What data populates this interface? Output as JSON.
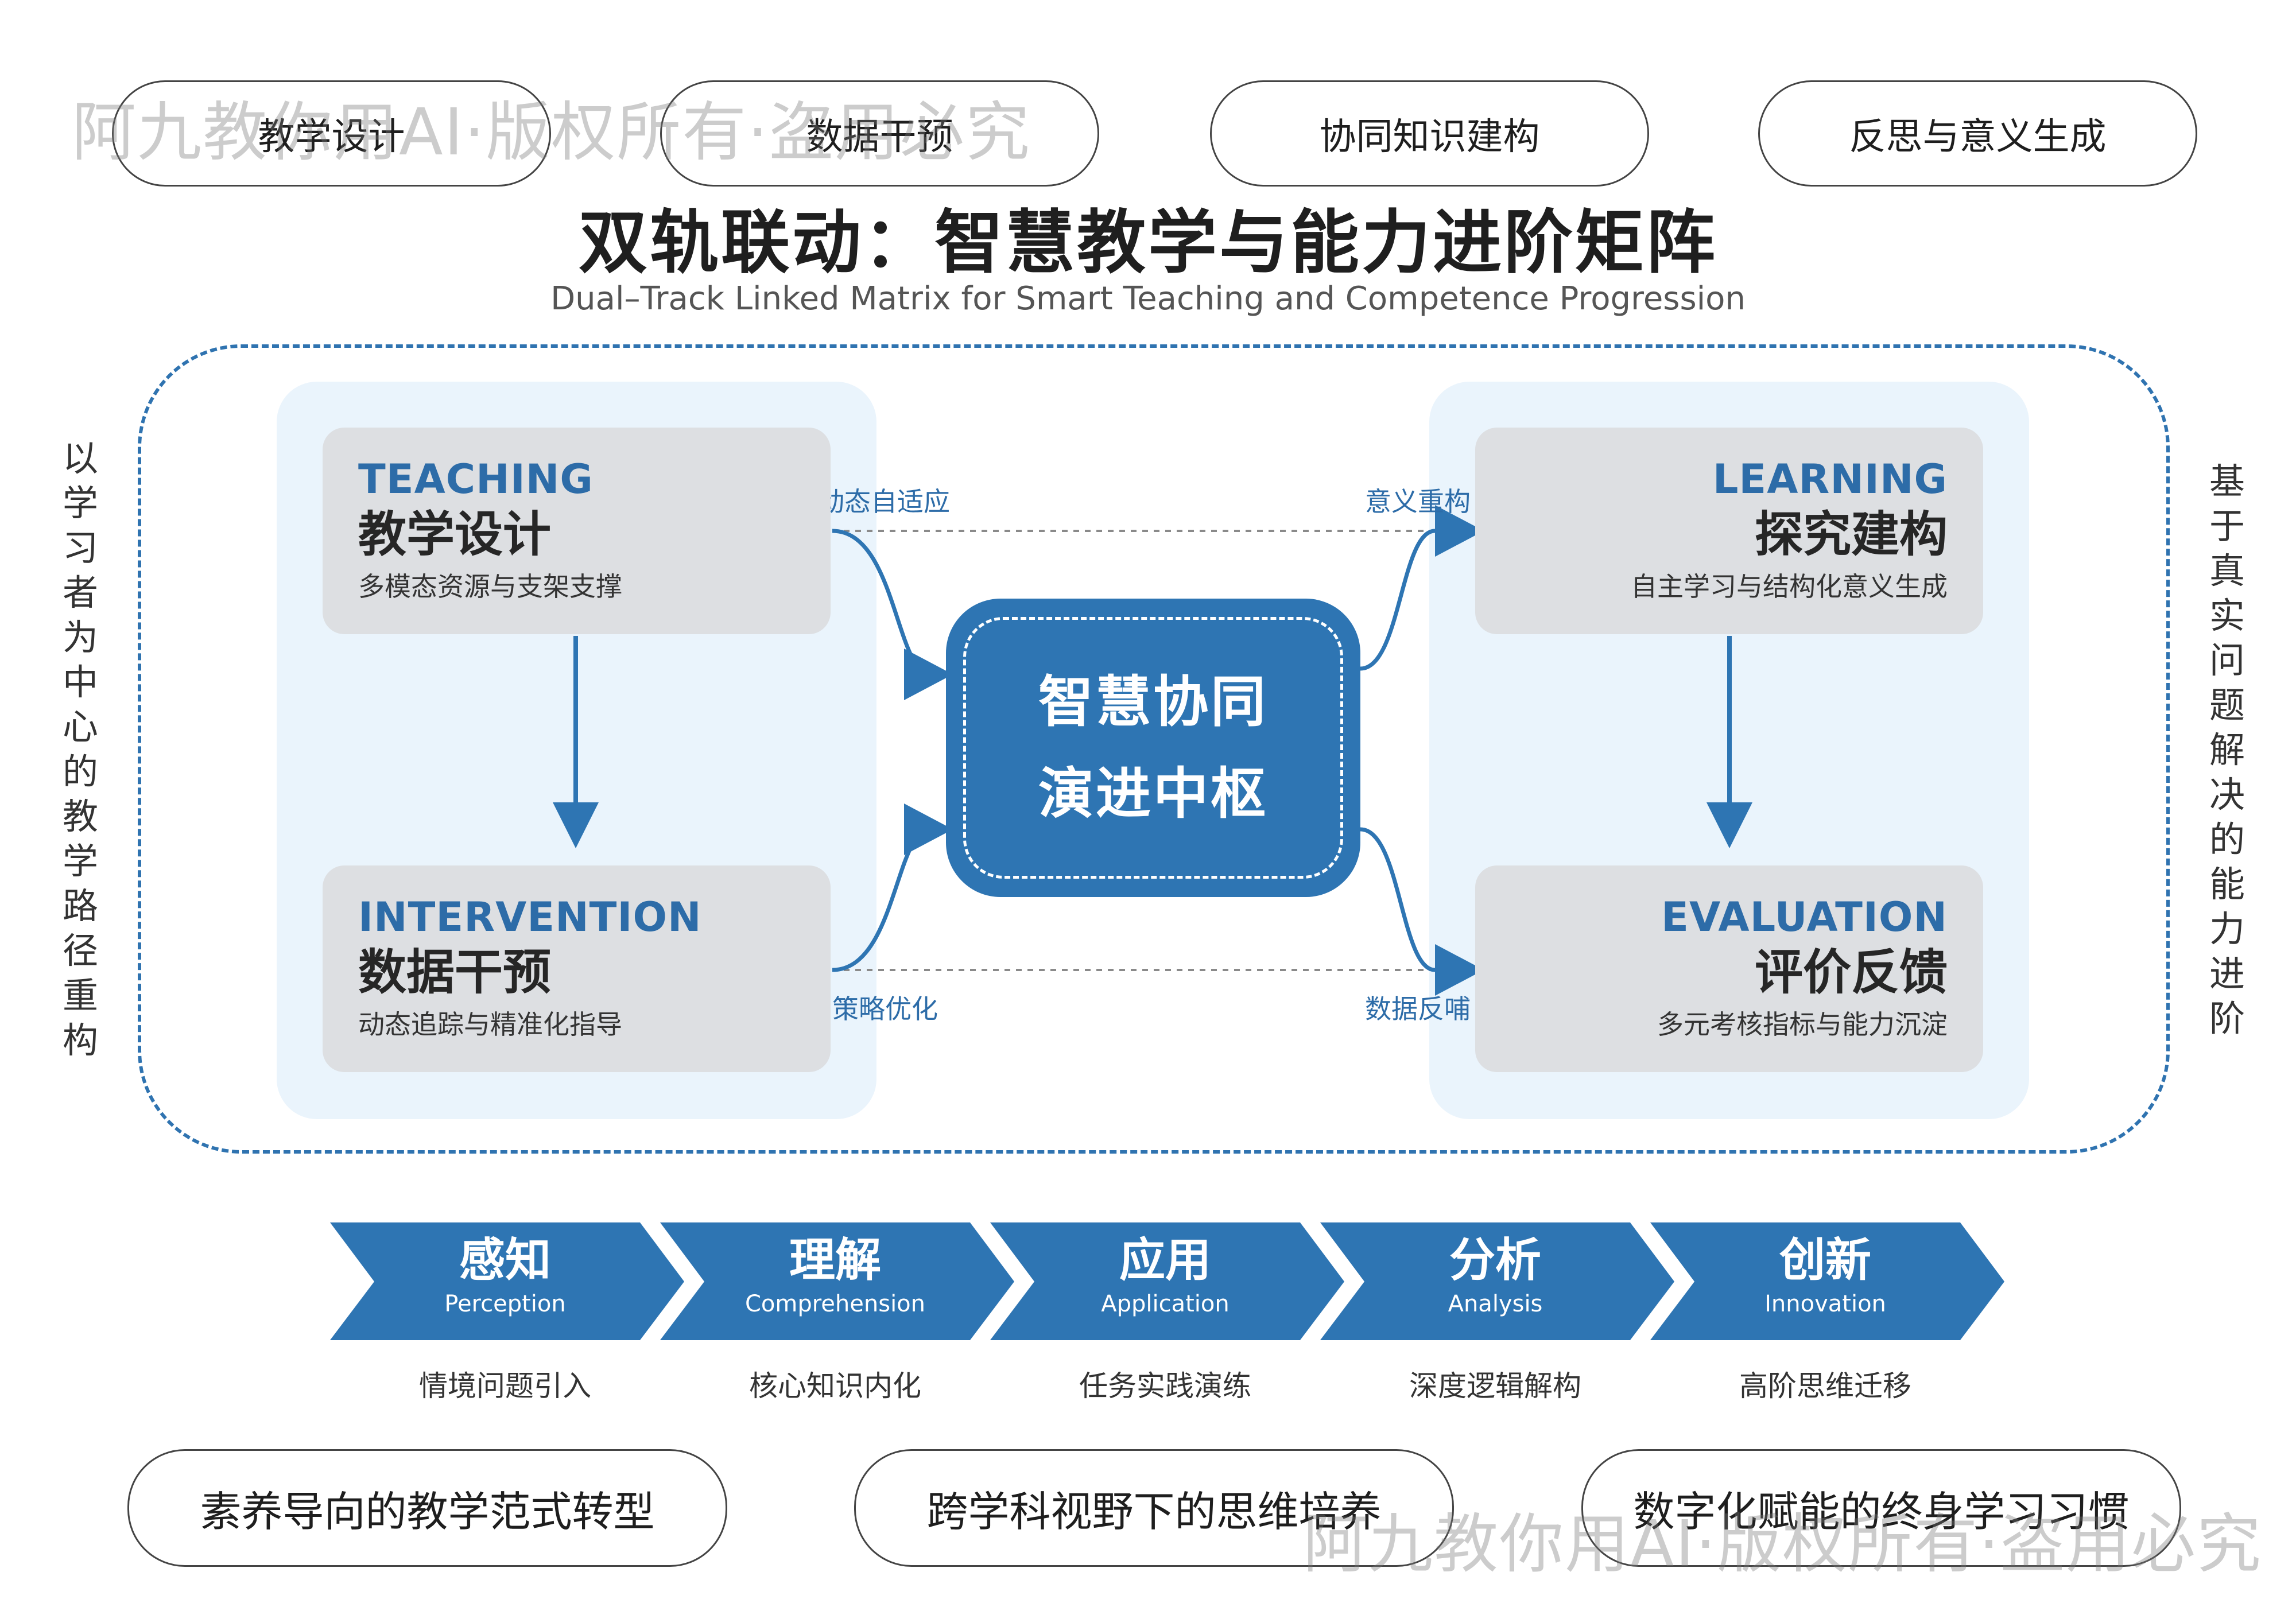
{
  "top_pills": [
    "教学设计",
    "数据干预",
    "协同知识建构",
    "反思与意义生成"
  ],
  "title": "双轨联动：智慧教学与能力进阶矩阵",
  "subtitle": "Dual–Track Linked Matrix for Smart Teaching and Competence Progression",
  "left_vertical": "以学习者为中心的教学路径重构",
  "right_vertical": "基于真实问题解决的能力进阶",
  "cards": {
    "teaching": {
      "en": "TEACHING",
      "zh": "教学设计",
      "desc": "多模态资源与支架支撑"
    },
    "intervention": {
      "en": "INTERVENTION",
      "zh": "数据干预",
      "desc": "动态追踪与精准化指导"
    },
    "learning": {
      "en": "LEARNING",
      "zh": "探究建构",
      "desc": "自主学习与结构化意义生成"
    },
    "evaluation": {
      "en": "EVALUATION",
      "zh": "评价反馈",
      "desc": "多元考核指标与能力沉淀"
    }
  },
  "hub": {
    "line1": "智慧协同",
    "line2": "演进中枢"
  },
  "flow_labels": {
    "top_left": "动态自适应",
    "top_right": "意义重构",
    "bottom_left": "策略优化",
    "bottom_right": "数据反哺"
  },
  "stages": [
    {
      "zh": "感知",
      "en": "Perception",
      "desc": "情境问题引入"
    },
    {
      "zh": "理解",
      "en": "Comprehension",
      "desc": "核心知识内化"
    },
    {
      "zh": "应用",
      "en": "Application",
      "desc": "任务实践演练"
    },
    {
      "zh": "分析",
      "en": "Analysis",
      "desc": "深度逻辑解构"
    },
    {
      "zh": "创新",
      "en": "Innovation",
      "desc": "高阶思维迁移"
    }
  ],
  "bottom_pills": [
    "素养导向的教学范式转型",
    "跨学科视野下的思维培养",
    "数字化赋能的终身学习习惯"
  ],
  "watermark": "阿九教你用AI·版权所有·盗用必究",
  "colors": {
    "primary": "#2e75b3",
    "panel": "#eaf4fc",
    "card": "#dddfe2",
    "accent_text": "#2d6ca8"
  }
}
